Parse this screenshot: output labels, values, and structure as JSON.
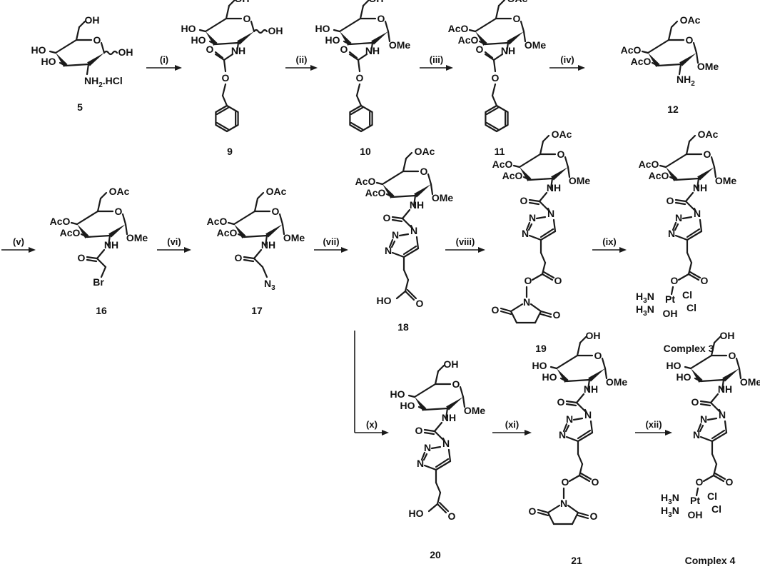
{
  "arrows": [
    {
      "id": "a1",
      "label": "(i)"
    },
    {
      "id": "a2",
      "label": "(ii)"
    },
    {
      "id": "a3",
      "label": "(iii)"
    },
    {
      "id": "a4",
      "label": "(iv)"
    },
    {
      "id": "a5",
      "label": "(v)"
    },
    {
      "id": "a6",
      "label": "(vi)"
    },
    {
      "id": "a7",
      "label": "(vii)"
    },
    {
      "id": "a8",
      "label": "(viii)"
    },
    {
      "id": "a9",
      "label": "(ix)"
    },
    {
      "id": "a10",
      "label": "(x)"
    },
    {
      "id": "a11",
      "label": "(xi)"
    },
    {
      "id": "a12",
      "label": "(xii)"
    }
  ],
  "compounds": [
    {
      "id": "c5",
      "label": "5"
    },
    {
      "id": "c9",
      "label": "9"
    },
    {
      "id": "c10",
      "label": "10"
    },
    {
      "id": "c11",
      "label": "11"
    },
    {
      "id": "c12",
      "label": "12"
    },
    {
      "id": "c16",
      "label": "16"
    },
    {
      "id": "c17",
      "label": "17"
    },
    {
      "id": "c18",
      "label": "18"
    },
    {
      "id": "c19",
      "label": "19"
    },
    {
      "id": "cx3",
      "label": "Complex 3"
    },
    {
      "id": "c20",
      "label": "20"
    },
    {
      "id": "c21",
      "label": "21"
    },
    {
      "id": "cx4",
      "label": "Complex 4"
    }
  ],
  "atoms": {
    "OH": "OH",
    "HO": "HO",
    "OAc": "OAc",
    "AcO": "AcO",
    "O": "O",
    "OMe": "OMe",
    "NH": "NH",
    "NH2HCl": "NH",
    "NH2": "NH",
    "N": "N",
    "Br": "Br",
    "Cl": "Cl",
    "Pt": "Pt",
    "H3N": "H",
    "sub2": "2",
    "sub3": "3",
    "HCl": ".HCl",
    "Me": "Me"
  }
}
